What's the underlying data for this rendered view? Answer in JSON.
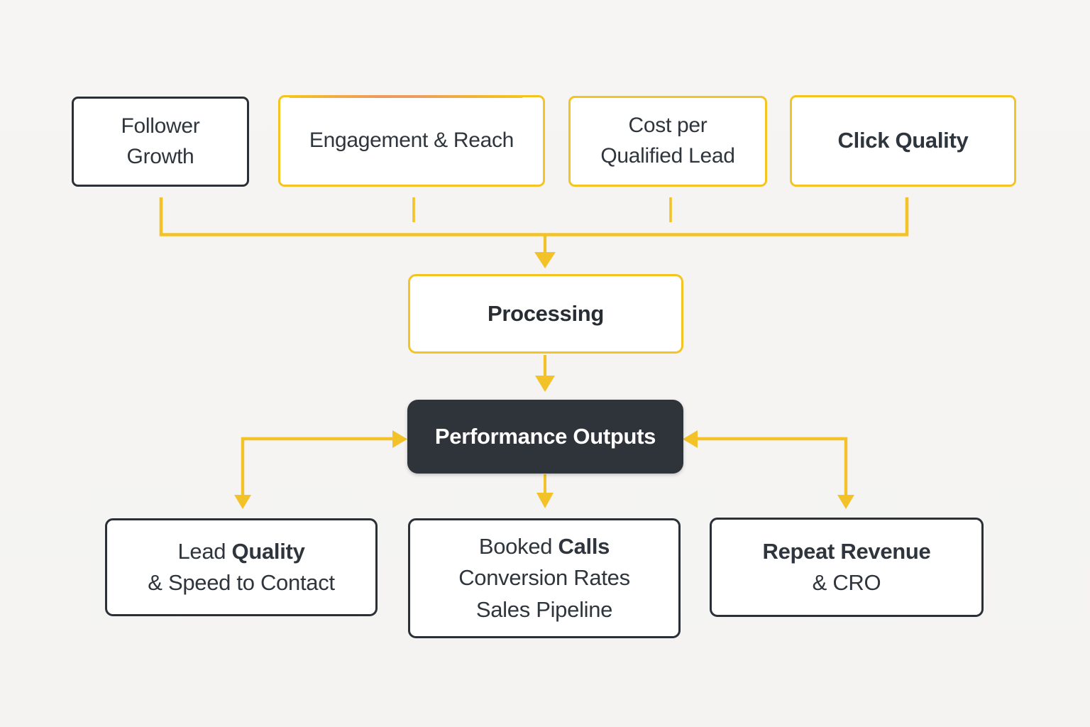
{
  "palette": {
    "background": "#f5f4f2",
    "accent_yellow": "#f3c229",
    "accent_orange": "#ee9c5e",
    "dark_fill": "#2f343b",
    "dark_border": "#2b3037",
    "text_dark": "#2f353c",
    "text_light": "#ffffff",
    "box_background": "#ffffff"
  },
  "nodes": {
    "follower_growth": {
      "lines": [
        "Follower",
        "Growth"
      ]
    },
    "engagement_reach": {
      "label": "Engagement & Reach"
    },
    "cost_per_qualified_lead": {
      "lines": [
        "Cost per",
        "Qualified Lead"
      ]
    },
    "click_quality": {
      "label": "Click Quality"
    },
    "processing": {
      "label": "Processing"
    },
    "performance_outputs": {
      "label": "Performance Outputs"
    },
    "lead_quality": {
      "line1_regular": "Lead ",
      "line1_bold": "Quality",
      "line2": "& Speed to Contact"
    },
    "booked_calls": {
      "line1_regular": "Booked ",
      "line1_bold": "Calls",
      "line2": "Conversion Rates",
      "line3": "Sales Pipeline"
    },
    "repeat_revenue": {
      "line1_bold": "Repeat Revenue",
      "line2": "& CRO"
    }
  }
}
